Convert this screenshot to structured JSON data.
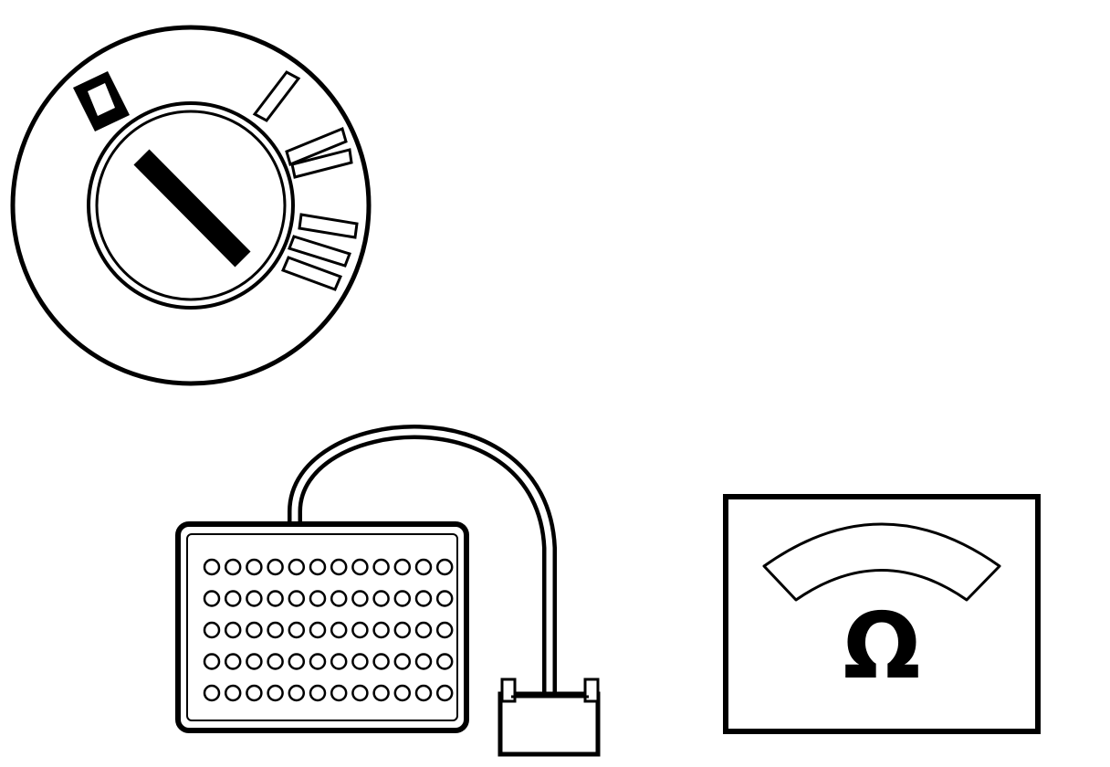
{
  "diagram": {
    "meter": {
      "symbol": "Ω"
    },
    "breakout_box": {
      "pin_rows": 5,
      "pin_columns": 12
    },
    "colors": {
      "stroke": "#000000",
      "fill": "#ffffff"
    }
  }
}
